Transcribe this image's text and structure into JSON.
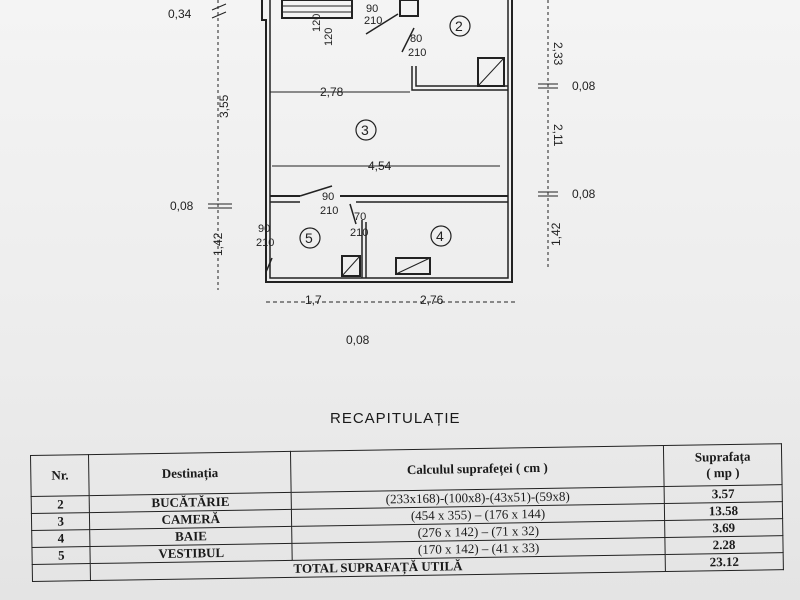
{
  "plan": {
    "dims": {
      "left_top": "0,34",
      "left_mid": "3,55",
      "left_gap": "0,08",
      "left_bottom": "1,42",
      "right_top": "2,33",
      "right_gap1": "0,08",
      "right_mid": "2,11",
      "right_gap2": "0,08",
      "right_bottom": "1,42",
      "inner_top": "2,78",
      "inner_mid": "4,54",
      "bottom_left": "1,7",
      "bottom_right": "2,76",
      "bottom_gap": "0,08"
    },
    "doors": {
      "d1_w": "120",
      "d1_h": "120",
      "d2_w": "90",
      "d2_h": "210",
      "d3_w": "80",
      "d3_h": "210",
      "d4_w": "90",
      "d4_h": "210",
      "d5_w": "70",
      "d5_h": "210",
      "d6_w": "90",
      "d6_h": "210"
    },
    "rooms": {
      "r2": "2",
      "r3": "3",
      "r4": "4",
      "r5": "5"
    }
  },
  "recap": {
    "title": "RECAPITULAȚIE",
    "headers": {
      "nr": "Nr.",
      "dest": "Destinația",
      "calc": "Calculul suprafeței ( cm )",
      "area1": "Suprafața",
      "area2": "( mp )"
    },
    "rows": [
      {
        "nr": "2",
        "dest": "BUCĂTĂRIE",
        "calc": "(233x168)-(100x8)-(43x51)-(59x8)",
        "area": "3.57"
      },
      {
        "nr": "3",
        "dest": "CAMERĂ",
        "calc": "(454 x 355) – (176 x 144)",
        "area": "13.58"
      },
      {
        "nr": "4",
        "dest": "BAIE",
        "calc": "(276 x 142) – (71 x 32)",
        "area": "3.69"
      },
      {
        "nr": "5",
        "dest": "VESTIBUL",
        "calc": "(170 x 142) – (41 x 33)",
        "area": "2.28"
      }
    ],
    "total_label": "TOTAL SUPRAFAȚĂ UTILĂ",
    "total_value": "23.12"
  }
}
